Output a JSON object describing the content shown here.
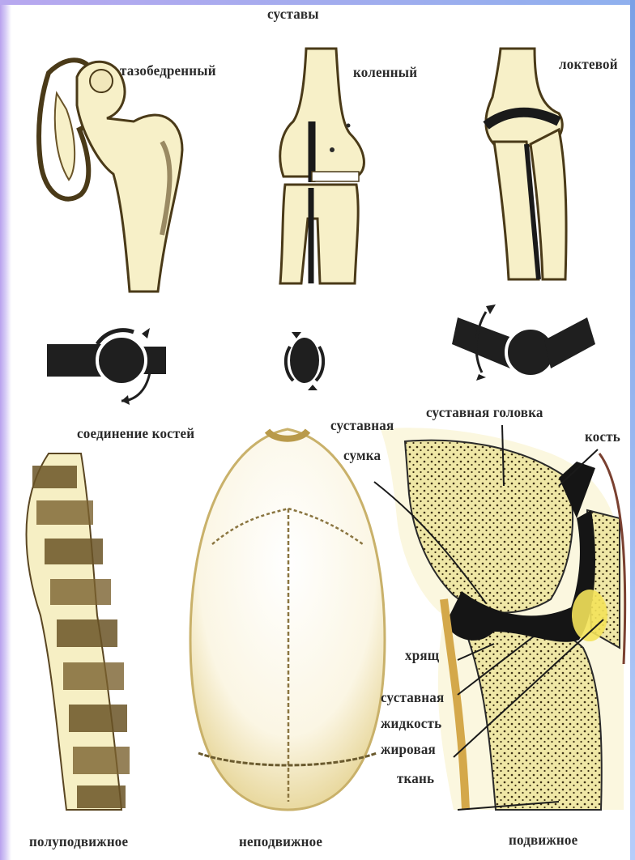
{
  "title": "суставы",
  "joints": {
    "hip": "тазобедренный",
    "knee": "коленный",
    "elbow": "локтевой"
  },
  "bone_connection": "соединение костей",
  "joint_parts": {
    "capsule_line1": "суставная",
    "capsule_line2": "сумка",
    "head": "суставная головка",
    "bone": "кость",
    "cartilage": "хрящ",
    "fluid_line1": "суставная",
    "fluid_line2": "жидкость",
    "fat_line1": "жировая",
    "fat_line2": "ткань"
  },
  "types": {
    "semi_movable": "полуподвижное",
    "immovable": "неподвижное",
    "movable": "подвижное"
  },
  "colors": {
    "bone_fill": "#f7f0c8",
    "bone_edge": "#4a3a18",
    "spongy": "#efe7a6",
    "dark": "#1a1a1a",
    "cartilage_yellow": "#f3e25a"
  }
}
